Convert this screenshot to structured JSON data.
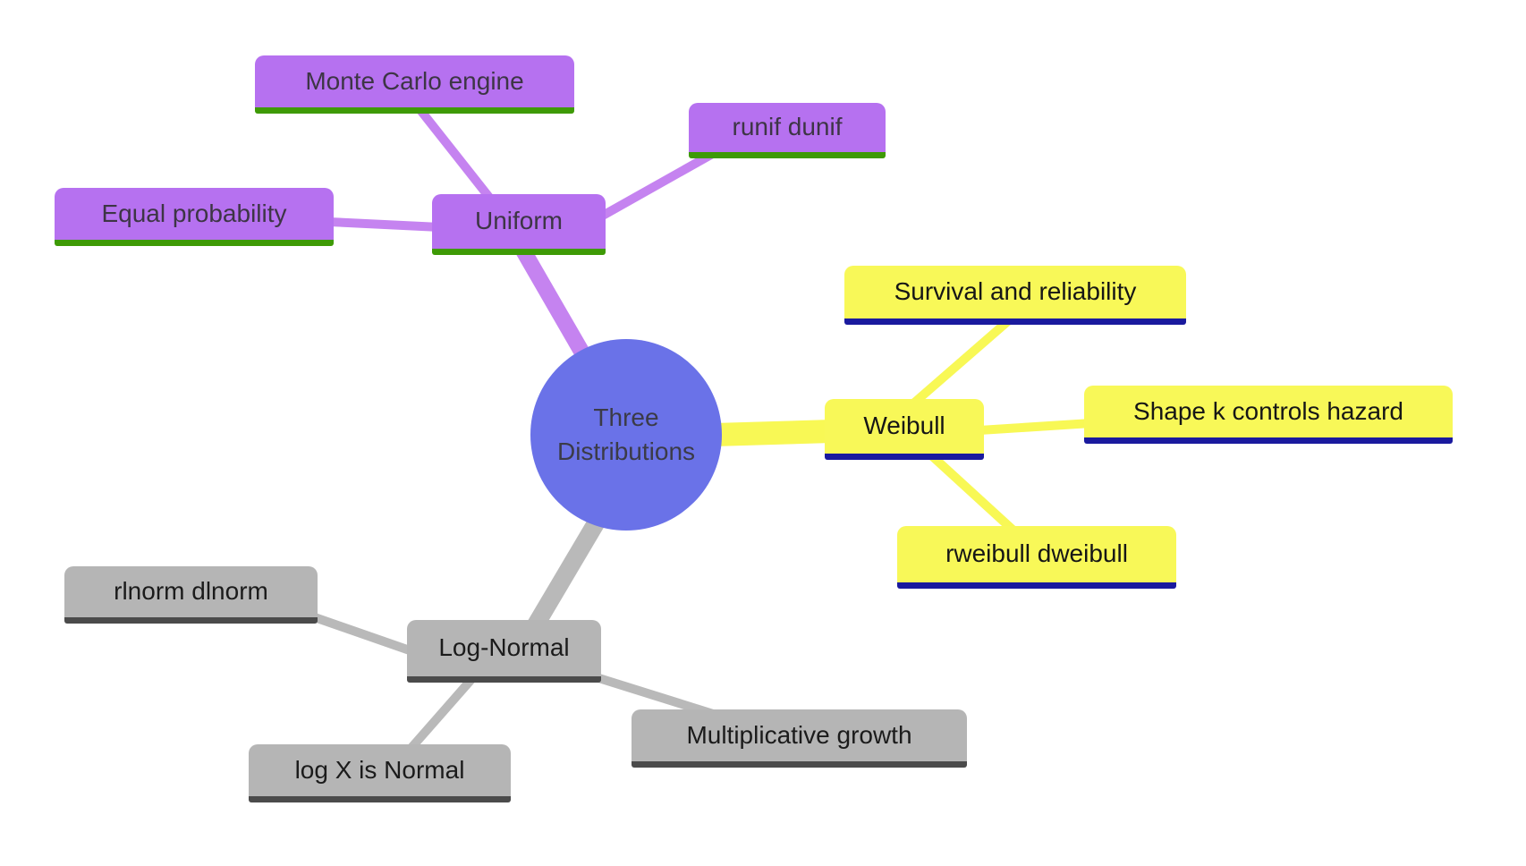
{
  "diagram": {
    "type": "mind-map",
    "title_node": {
      "line1": "Three",
      "line2": "Distributions",
      "color": "#6a72e8"
    },
    "branches": [
      {
        "topic": "Uniform",
        "box_color": "#b671f0",
        "underline_color": "#3e9a06",
        "edge_color": "#c583f0",
        "children": [
          "Monte Carlo engine",
          "runif dunif",
          "Equal probability"
        ]
      },
      {
        "topic": "Weibull",
        "box_color": "#f8f858",
        "underline_color": "#1a1a9e",
        "edge_color": "#f8f855",
        "children": [
          "Survival and reliability",
          "Shape k controls hazard",
          "rweibull dweibull"
        ]
      },
      {
        "topic": "Log-Normal",
        "box_color": "#b5b5b5",
        "underline_color": "#4b4b4b",
        "edge_color": "#b9b9b9",
        "children": [
          "rlnorm dlnorm",
          "log X is Normal",
          "Multiplicative growth"
        ]
      }
    ]
  }
}
